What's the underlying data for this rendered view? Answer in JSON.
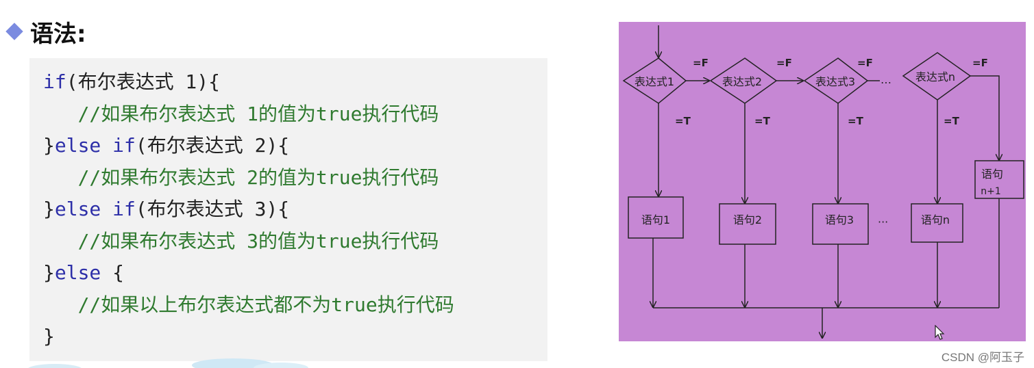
{
  "heading": {
    "title": "语法:"
  },
  "code": {
    "lines": [
      [
        {
          "t": "if",
          "c": "kw"
        },
        {
          "t": "(布尔表达式 1){",
          "c": "plain"
        }
      ],
      [
        {
          "t": "   //如果布尔表达式 1的值为true执行代码",
          "c": "cmt"
        }
      ],
      [
        {
          "t": "}",
          "c": "plain"
        },
        {
          "t": "else if",
          "c": "kw"
        },
        {
          "t": "(布尔表达式 2){",
          "c": "plain"
        }
      ],
      [
        {
          "t": "   //如果布尔表达式 2的值为true执行代码",
          "c": "cmt"
        }
      ],
      [
        {
          "t": "}",
          "c": "plain"
        },
        {
          "t": "else if",
          "c": "kw"
        },
        {
          "t": "(布尔表达式 3){",
          "c": "plain"
        }
      ],
      [
        {
          "t": "   //如果布尔表达式 3的值为true执行代码",
          "c": "cmt"
        }
      ],
      [
        {
          "t": "}",
          "c": "plain"
        },
        {
          "t": "else",
          "c": "kw"
        },
        {
          "t": " {",
          "c": "plain"
        }
      ],
      [
        {
          "t": "   //如果以上布尔表达式都不为true执行代码",
          "c": "cmt"
        }
      ],
      [
        {
          "t": "}",
          "c": "plain"
        }
      ]
    ]
  },
  "flowchart": {
    "conditions": [
      "表达式1",
      "表达式2",
      "表达式3",
      "表达式n"
    ],
    "statements": [
      "语句1",
      "语句2",
      "语句3",
      "语句n"
    ],
    "else_statement_line1": "语句",
    "else_statement_line2": "n+1",
    "false_label": "=F",
    "true_label": "=T",
    "ellipsis": "…",
    "ellipsis_dots": "···"
  },
  "watermark": "CSDN @阿玉子",
  "colors": {
    "flow_background": "#c687d4",
    "code_background": "#f2f2f2",
    "keyword": "#2d2fa8",
    "comment": "#2f7a2f",
    "bullet": "#7b8be0"
  }
}
